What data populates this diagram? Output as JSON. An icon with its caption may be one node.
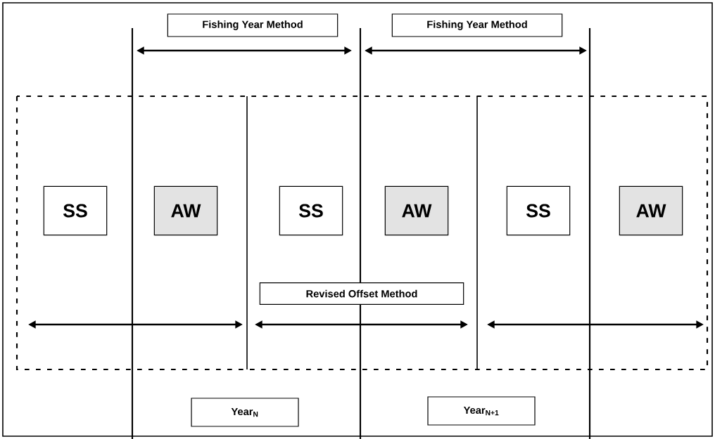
{
  "diagram": {
    "nodes": [
      {
        "text": [
          "Fishing Year Method"
        ]
      },
      {
        "text": [
          "Fishing Year Method"
        ]
      },
      {
        "text": [
          "SS"
        ]
      },
      {
        "text": [
          "AW"
        ]
      },
      {
        "text": [
          "SS"
        ]
      },
      {
        "text": [
          "AW"
        ]
      },
      {
        "text": [
          "SS"
        ]
      },
      {
        "text": [
          "AW"
        ]
      },
      {
        "text": [
          "Revised Offset Method"
        ]
      },
      {
        "text": [
          "Year$_{N}$"
        ]
      },
      {
        "text": [
          "Year$_{N+1}$"
        ]
      }
    ]
  }
}
